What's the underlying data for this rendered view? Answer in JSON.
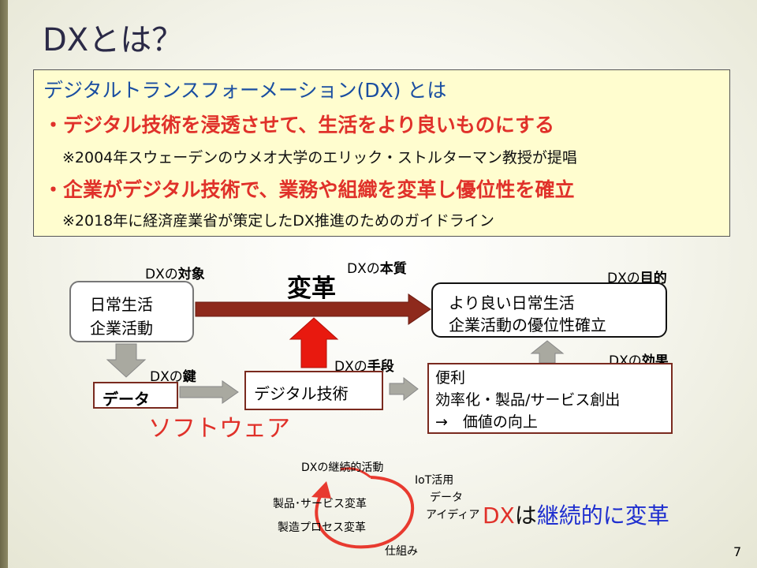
{
  "slide": {
    "title": "DXとは？",
    "page_number": "7"
  },
  "definition": {
    "heading": "デジタルトランスフォーメーション(DX) とは",
    "point1": "・デジタル技術を浸透させて、生活をより良いものにする",
    "note1": "※2004年スウェーデンのウメオ大学のエリック・ストルターマン教授が提唱",
    "point2": "・企業がデジタル技術で、業務や組織を変革し優位性を確立",
    "note2": "※2018年に経済産業省が策定したDX推進のためのガイドライン"
  },
  "diagram": {
    "target_label_pre": "DXの",
    "target_label_b": "対象",
    "essence_label_pre": "DXの",
    "essence_label_b": "本質",
    "purpose_label_pre": "DXの",
    "purpose_label_b": "目的",
    "key_label_pre": "DXの",
    "key_label_b": "鍵",
    "means_label_pre": "DXの",
    "means_label_b": "手段",
    "effect_label_pre": "DXの",
    "effect_label_b": "効果",
    "henkaku": "変革",
    "daily_line1": "日常生活",
    "daily_line2": "企業活動",
    "better_line1": "より良い日常生活",
    "better_line2": "企業活動の優位性確立",
    "data_box": "データ",
    "digital_box": "デジタル技術",
    "effect_line1": "便利",
    "effect_line2": "効率化・製品/サービス創出",
    "effect_line3": "→　価値の向上",
    "software": "ソフトウェア"
  },
  "cycle": {
    "top": "DXの継続的活動",
    "left1": "製品･サービス変革",
    "left2": "製造プロセス変革",
    "right1": "IoT活用",
    "right2": "データ",
    "right3": "アイディア",
    "bottom": "仕組み",
    "conclusion_dx": "DX",
    "conclusion_ha": "は",
    "conclusion_rest": "継続的に変革"
  },
  "colors": {
    "title": "#2b2a47",
    "heading_blue": "#1a4ea1",
    "emphasis_red": "#e0312a",
    "arrow_dark_red": "#8e2a1c",
    "arrow_up_red": "#e8190f",
    "gray_arrow": "#a9a9a0",
    "cycle_red": "#e83a2f",
    "conclusion_blue": "#1f2fcf"
  }
}
